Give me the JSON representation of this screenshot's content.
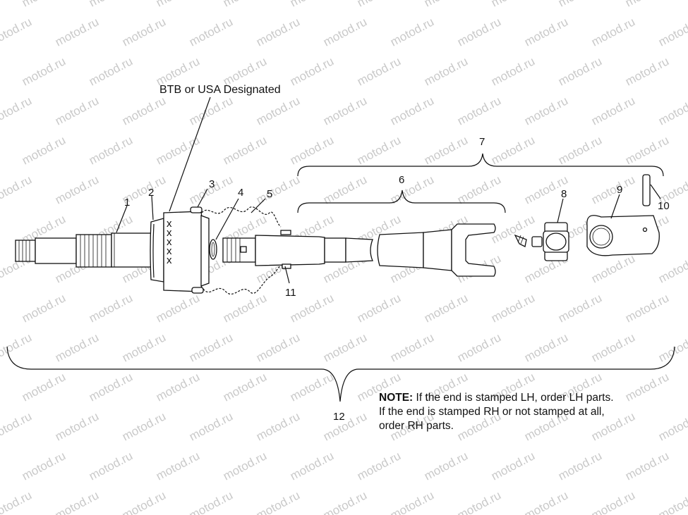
{
  "watermark": "motod.ru",
  "callout_title": "BTB or USA Designated",
  "part_labels": {
    "p1": "1",
    "p2": "2",
    "p3": "3",
    "p4": "4",
    "p5": "5",
    "p6": "6",
    "p7": "7",
    "p8": "8",
    "p9": "9",
    "p10": "10",
    "p11": "11",
    "p12": "12"
  },
  "stamp_marks": [
    "x",
    "x",
    "x",
    "x",
    "x"
  ],
  "note": {
    "heading": "NOTE:",
    "text": "If the end is stamped LH, order LH parts. If the end is stamped RH or not stamped at all, order RH parts."
  }
}
